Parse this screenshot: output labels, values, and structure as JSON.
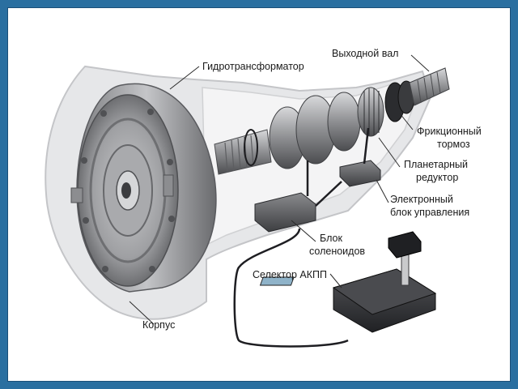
{
  "labels": {
    "torque_converter": "Гидротрансформатор",
    "output_shaft": "Выходной вал",
    "friction_brake_1": "Фрикционный",
    "friction_brake_2": "тормоз",
    "planetary_1": "Планетарный",
    "planetary_2": "редуктор",
    "ecu_1": "Электронный",
    "ecu_2": "блок управления",
    "solenoid_1": "Блок",
    "solenoid_2": "соленоидов",
    "selector": "Селектор АКПП",
    "housing": "Корпус"
  },
  "colors": {
    "frame": "#2a6fa0",
    "housing_fill": "#d9dadc",
    "metal_light": "#b8b9bc",
    "metal_dark": "#5a5b5f",
    "selector_body": "#3a3b3f",
    "cable": "#1e1e22"
  }
}
